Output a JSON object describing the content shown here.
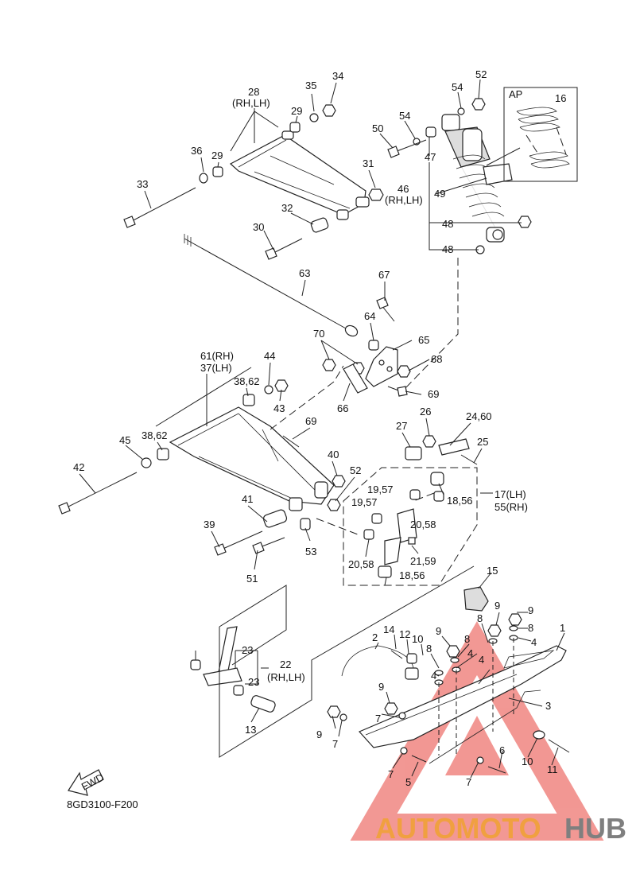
{
  "diagram_code": "8GD3100-F200",
  "fwd_label": "FWD",
  "inset_label": "AP",
  "watermark": {
    "part1": "AUTOMOTO",
    "part2": "HUB",
    "color1": "#f0a040",
    "color2": "#7f7f7f",
    "triangle_color": "#e8433c"
  },
  "callouts": {
    "c28": "28",
    "c28s": "(RH,LH)",
    "c35": "35",
    "c34": "34",
    "c29a": "29",
    "c29b": "29",
    "c36": "36",
    "c33": "33",
    "c31": "31",
    "c32": "32",
    "c30": "30",
    "c52a": "52",
    "c54a": "54",
    "c54b": "54",
    "c50": "50",
    "c47": "47",
    "cAP16": "16",
    "c46": "46",
    "c46s": "(RH,LH)",
    "c49": "49",
    "c48a": "48",
    "c48b": "48",
    "c63": "63",
    "c67": "67",
    "c64": "64",
    "c65": "65",
    "c68": "68",
    "c70": "70",
    "c69a": "69",
    "c66": "66",
    "c61": "61(RH)",
    "c37": "37(LH)",
    "c44": "44",
    "c3862a": "38,62",
    "c43": "43",
    "c3862b": "38,62",
    "c45": "45",
    "c69b": "69",
    "c42": "42",
    "c40": "40",
    "c52b": "52",
    "c27": "27",
    "c26": "26",
    "c2460": "24,60",
    "c25": "25",
    "c1957a": "19,57",
    "c1957b": "19,57",
    "c1856a": "18,56",
    "c17": "17(LH)",
    "c55": "55(RH)",
    "c2058a": "20,58",
    "c2058b": "20,58",
    "c2159": "21,59",
    "c1856b": "18,56",
    "c41": "41",
    "c39": "39",
    "c53": "53",
    "c51": "51",
    "c15": "15",
    "c9a": "9",
    "c9b": "9",
    "c8a": "8",
    "c8b": "8",
    "c4a": "4",
    "c1": "1",
    "c14": "14",
    "c12": "12",
    "c10a": "10",
    "c9c": "9",
    "c8c": "8",
    "c8d": "8",
    "c4b": "4",
    "c4c": "4",
    "c2": "2",
    "c23a": "23",
    "c23b": "23",
    "c22": "22",
    "c22s": "(RH,LH)",
    "c4d": "4",
    "c9d": "9",
    "c7a": "7",
    "c3": "3",
    "c13": "13",
    "c9e": "9",
    "c7b": "7",
    "c6": "6",
    "c10b": "10",
    "c11": "11",
    "c7c": "7",
    "c5": "5",
    "c7d": "7"
  }
}
